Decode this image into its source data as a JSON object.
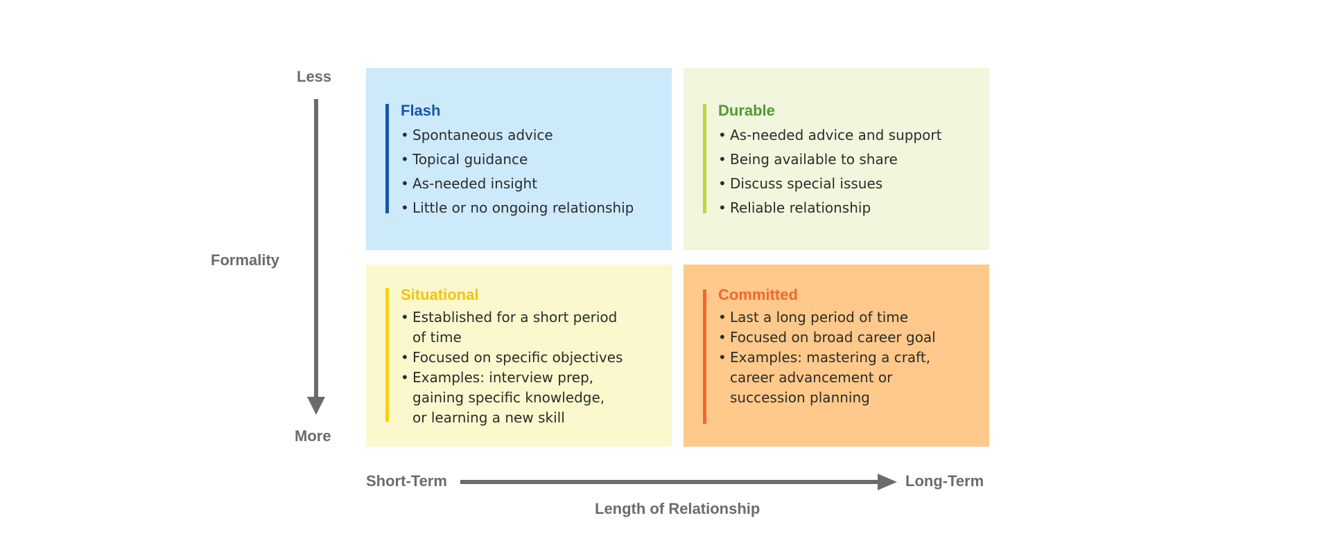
{
  "axes": {
    "vertical_top": "Less",
    "vertical_bottom": "More",
    "vertical_title": "Formality",
    "horizontal_left": "Short-Term",
    "horizontal_right": "Long-Term",
    "horizontal_title": "Length of Relationship",
    "arrow_color": "#6b6b6f"
  },
  "quadrants": {
    "flash": {
      "title": "Flash",
      "items": [
        "Spontaneous advice",
        "Topical guidance",
        "As-needed insight",
        "Little or no ongoing relationship"
      ],
      "background": "#cdeafb",
      "accent": "#1556a8"
    },
    "durable": {
      "title": "Durable",
      "items": [
        "As-needed advice and support",
        "Being available to share",
        "Discuss special issues",
        "Reliable relationship"
      ],
      "background": "#f1f6dd",
      "accent": "#c4d337"
    },
    "situational": {
      "title": "Situational",
      "items": [
        "Established for a short period\nof time",
        "Focused on specific objectives",
        "Examples: interview prep,\ngaining specific knowledge,\nor learning a new skill"
      ],
      "background": "#fbf8cd",
      "accent": "#f7d010"
    },
    "committed": {
      "title": "Committed",
      "items": [
        "Last a long period of time",
        "Focused on broad career goal",
        "Examples: mastering a craft,\ncareer advancement or\nsuccession planning"
      ],
      "background": "#fec98a",
      "accent": "#f26531"
    }
  }
}
